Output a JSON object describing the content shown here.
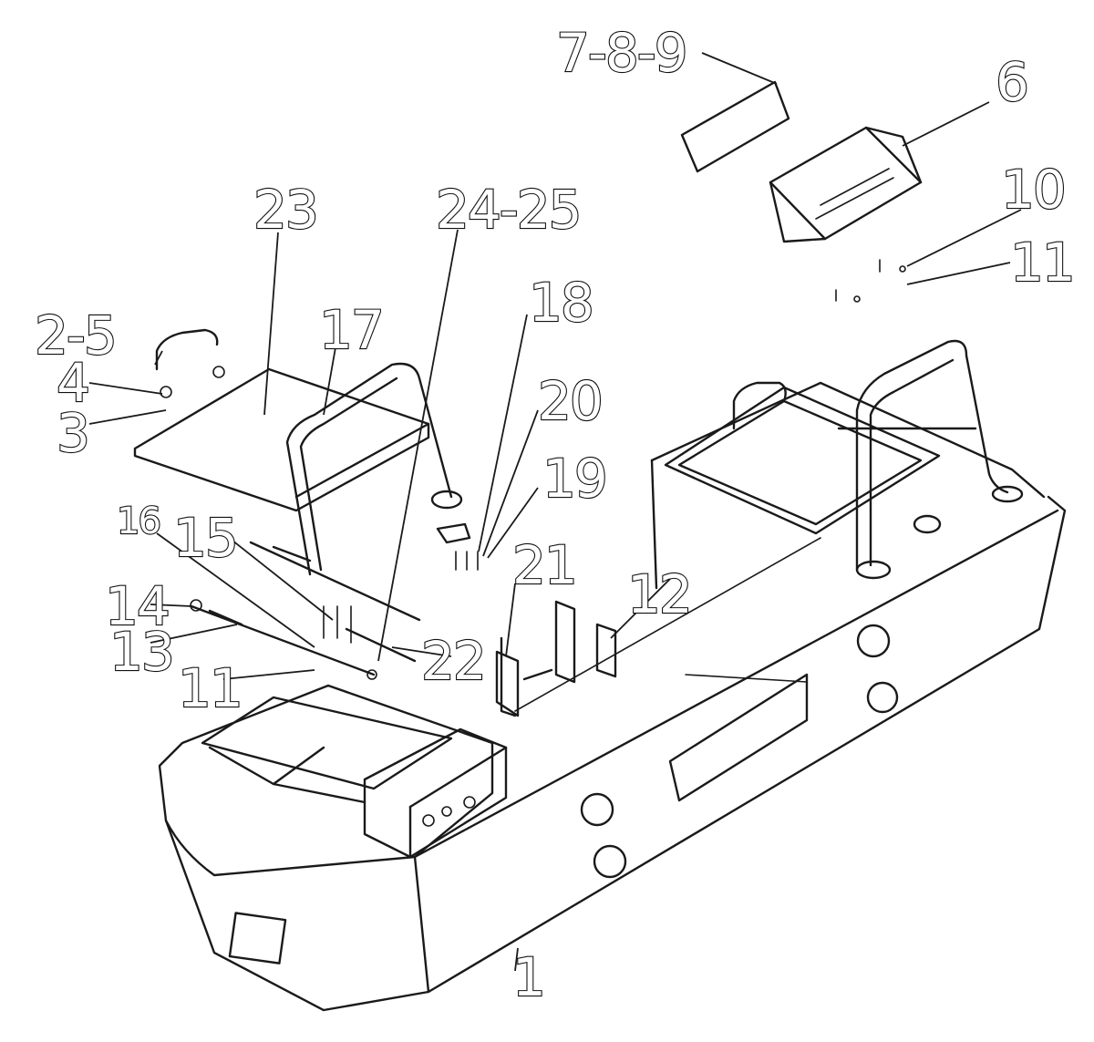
{
  "callouts": {
    "c_789": "7-8-9",
    "c_6": "6",
    "c_10": "10",
    "c_11a": "11",
    "c_23": "23",
    "c_2425": "24-25",
    "c_18": "18",
    "c_25": "2-5",
    "c_17": "17",
    "c_4": "4",
    "c_20": "20",
    "c_3": "3",
    "c_19": "19",
    "c_16": "16",
    "c_15": "15",
    "c_21": "21",
    "c_12": "12",
    "c_14": "14",
    "c_13": "13",
    "c_22": "22",
    "c_11b": "11",
    "c_1": "1"
  }
}
